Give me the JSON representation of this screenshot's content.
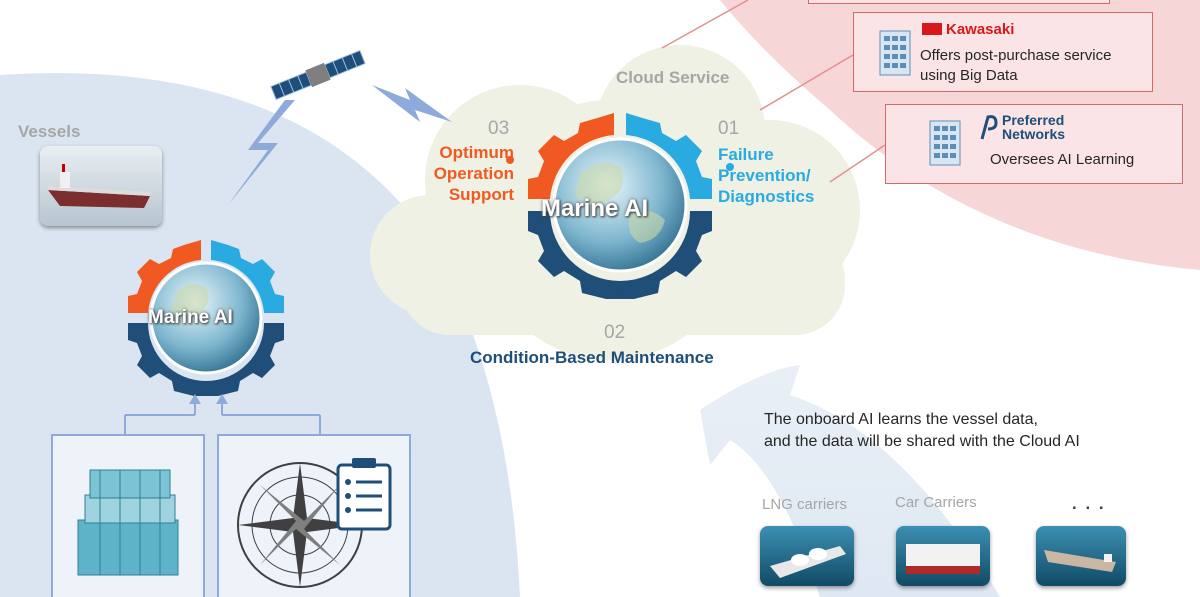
{
  "vessels_label": "Vessels",
  "cloud_label": "Cloud Service",
  "center_gear_label": "Marine AI",
  "onboard_gear_label": "Marine AI",
  "functions": [
    {
      "number": "03",
      "line1": "Optimum",
      "line2": "Operation",
      "line3": "Support"
    },
    {
      "number": "01",
      "line1": "Failure",
      "line2": "Prevention/",
      "line3": "Diagnostics"
    },
    {
      "number": "02",
      "line1": "Condition-Based Maintenance"
    }
  ],
  "partners": [
    {
      "brand": "Kawasaki",
      "line1": "Offers post-purchase service",
      "line2": "using Big Data"
    },
    {
      "brand_line1": "Preferred",
      "brand_line2": "Networks",
      "line1": "Oversees AI Learning"
    }
  ],
  "note_line1": "The onboard AI learns the vessel data,",
  "note_line2": "and the data will be shared with the Cloud AI",
  "fleet": [
    {
      "label": "LNG carriers"
    },
    {
      "label": "Car Carriers"
    },
    {
      "label": ". . ."
    }
  ],
  "colors": {
    "orange": "#f05a22",
    "cyan": "#29abe2",
    "navy": "#1f4e79",
    "vessels_bg": "#dbe5f1",
    "partner_bg": "#f7d6d7",
    "cloud": "#eef1e3"
  },
  "icons": [
    "satellite-icon",
    "building-icon",
    "clipboard-icon",
    "compass-icon",
    "engine-icon"
  ]
}
